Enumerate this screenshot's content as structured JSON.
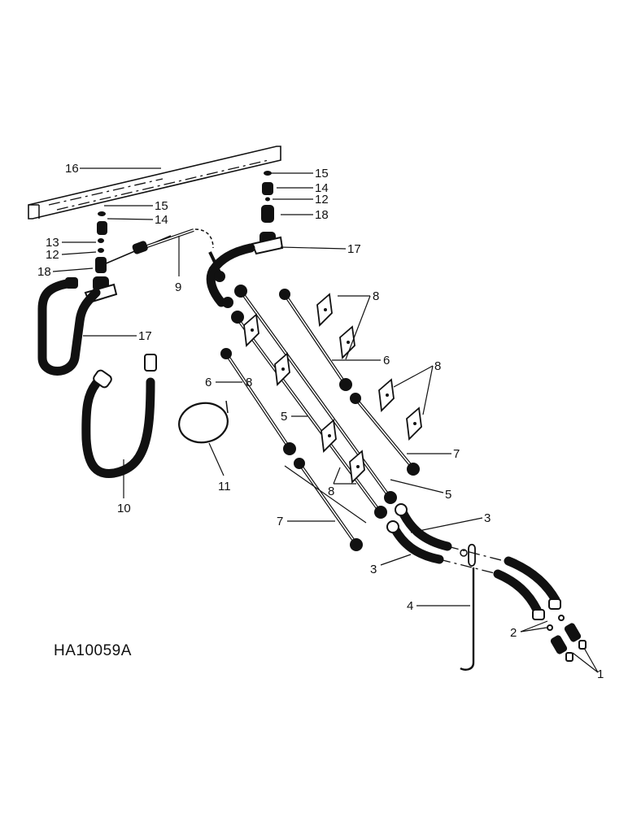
{
  "diagram": {
    "code": "HA10059A",
    "callouts": [
      {
        "id": "c16",
        "text": "16"
      },
      {
        "id": "c15a",
        "text": "15"
      },
      {
        "id": "c14a",
        "text": "14"
      },
      {
        "id": "c13",
        "text": "13"
      },
      {
        "id": "c12a",
        "text": "12"
      },
      {
        "id": "c18a",
        "text": "18"
      },
      {
        "id": "c9",
        "text": "9"
      },
      {
        "id": "c17a",
        "text": "17"
      },
      {
        "id": "c15b",
        "text": "15"
      },
      {
        "id": "c14b",
        "text": "14"
      },
      {
        "id": "c12b",
        "text": "12"
      },
      {
        "id": "c18b",
        "text": "18"
      },
      {
        "id": "c17b",
        "text": "17"
      },
      {
        "id": "c10",
        "text": "10"
      },
      {
        "id": "c11",
        "text": "11"
      },
      {
        "id": "c6a",
        "text": "6"
      },
      {
        "id": "c8a",
        "text": "8"
      },
      {
        "id": "c5a",
        "text": "5"
      },
      {
        "id": "c8b",
        "text": "8"
      },
      {
        "id": "c8c",
        "text": "8"
      },
      {
        "id": "c6b",
        "text": "6"
      },
      {
        "id": "c8d",
        "text": "8"
      },
      {
        "id": "c7a",
        "text": "7"
      },
      {
        "id": "c5b",
        "text": "5"
      },
      {
        "id": "c7b",
        "text": "7"
      },
      {
        "id": "c3a",
        "text": "3"
      },
      {
        "id": "c3b",
        "text": "3"
      },
      {
        "id": "c4",
        "text": "4"
      },
      {
        "id": "c2",
        "text": "2"
      },
      {
        "id": "c1",
        "text": "1"
      }
    ]
  }
}
